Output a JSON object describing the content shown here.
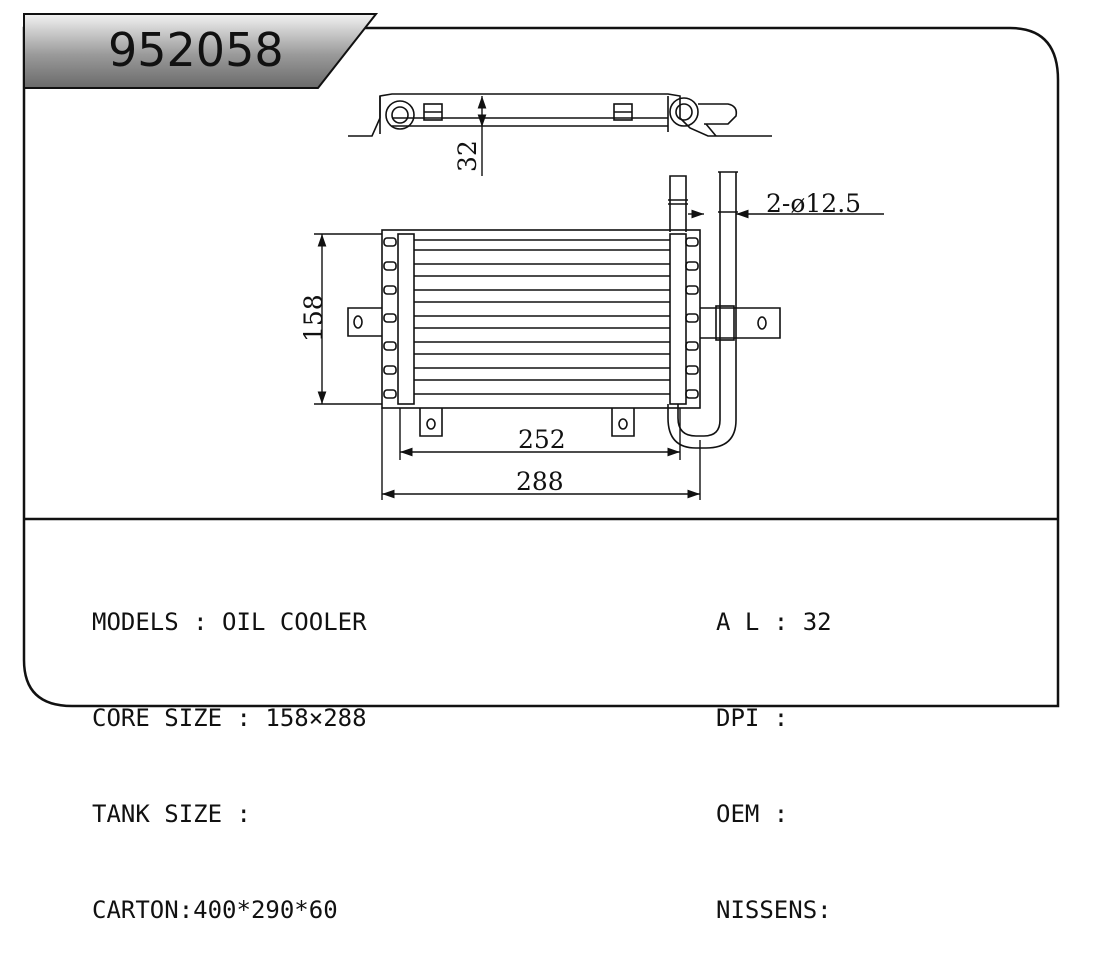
{
  "title": {
    "part_number": "952058"
  },
  "dimensions": {
    "height_label": "32",
    "tube_label": "2-ø12.5",
    "core_height_label": "158",
    "inner_width_label": "252",
    "outer_width_label": "288"
  },
  "specs": {
    "left": [
      {
        "label": "MODELS : ",
        "value": "OIL COOLER"
      },
      {
        "label": "CORE SIZE : ",
        "value": "158×288"
      },
      {
        "label": "TANK SIZE : ",
        "value": ""
      },
      {
        "label": "CARTON:",
        "value": "400*290*60"
      }
    ],
    "right": [
      {
        "label": "A L : ",
        "value": "32"
      },
      {
        "label": "DPI : ",
        "value": ""
      },
      {
        "label": "OEM : ",
        "value": ""
      },
      {
        "label": "NISSENS:",
        "value": ""
      }
    ]
  }
}
